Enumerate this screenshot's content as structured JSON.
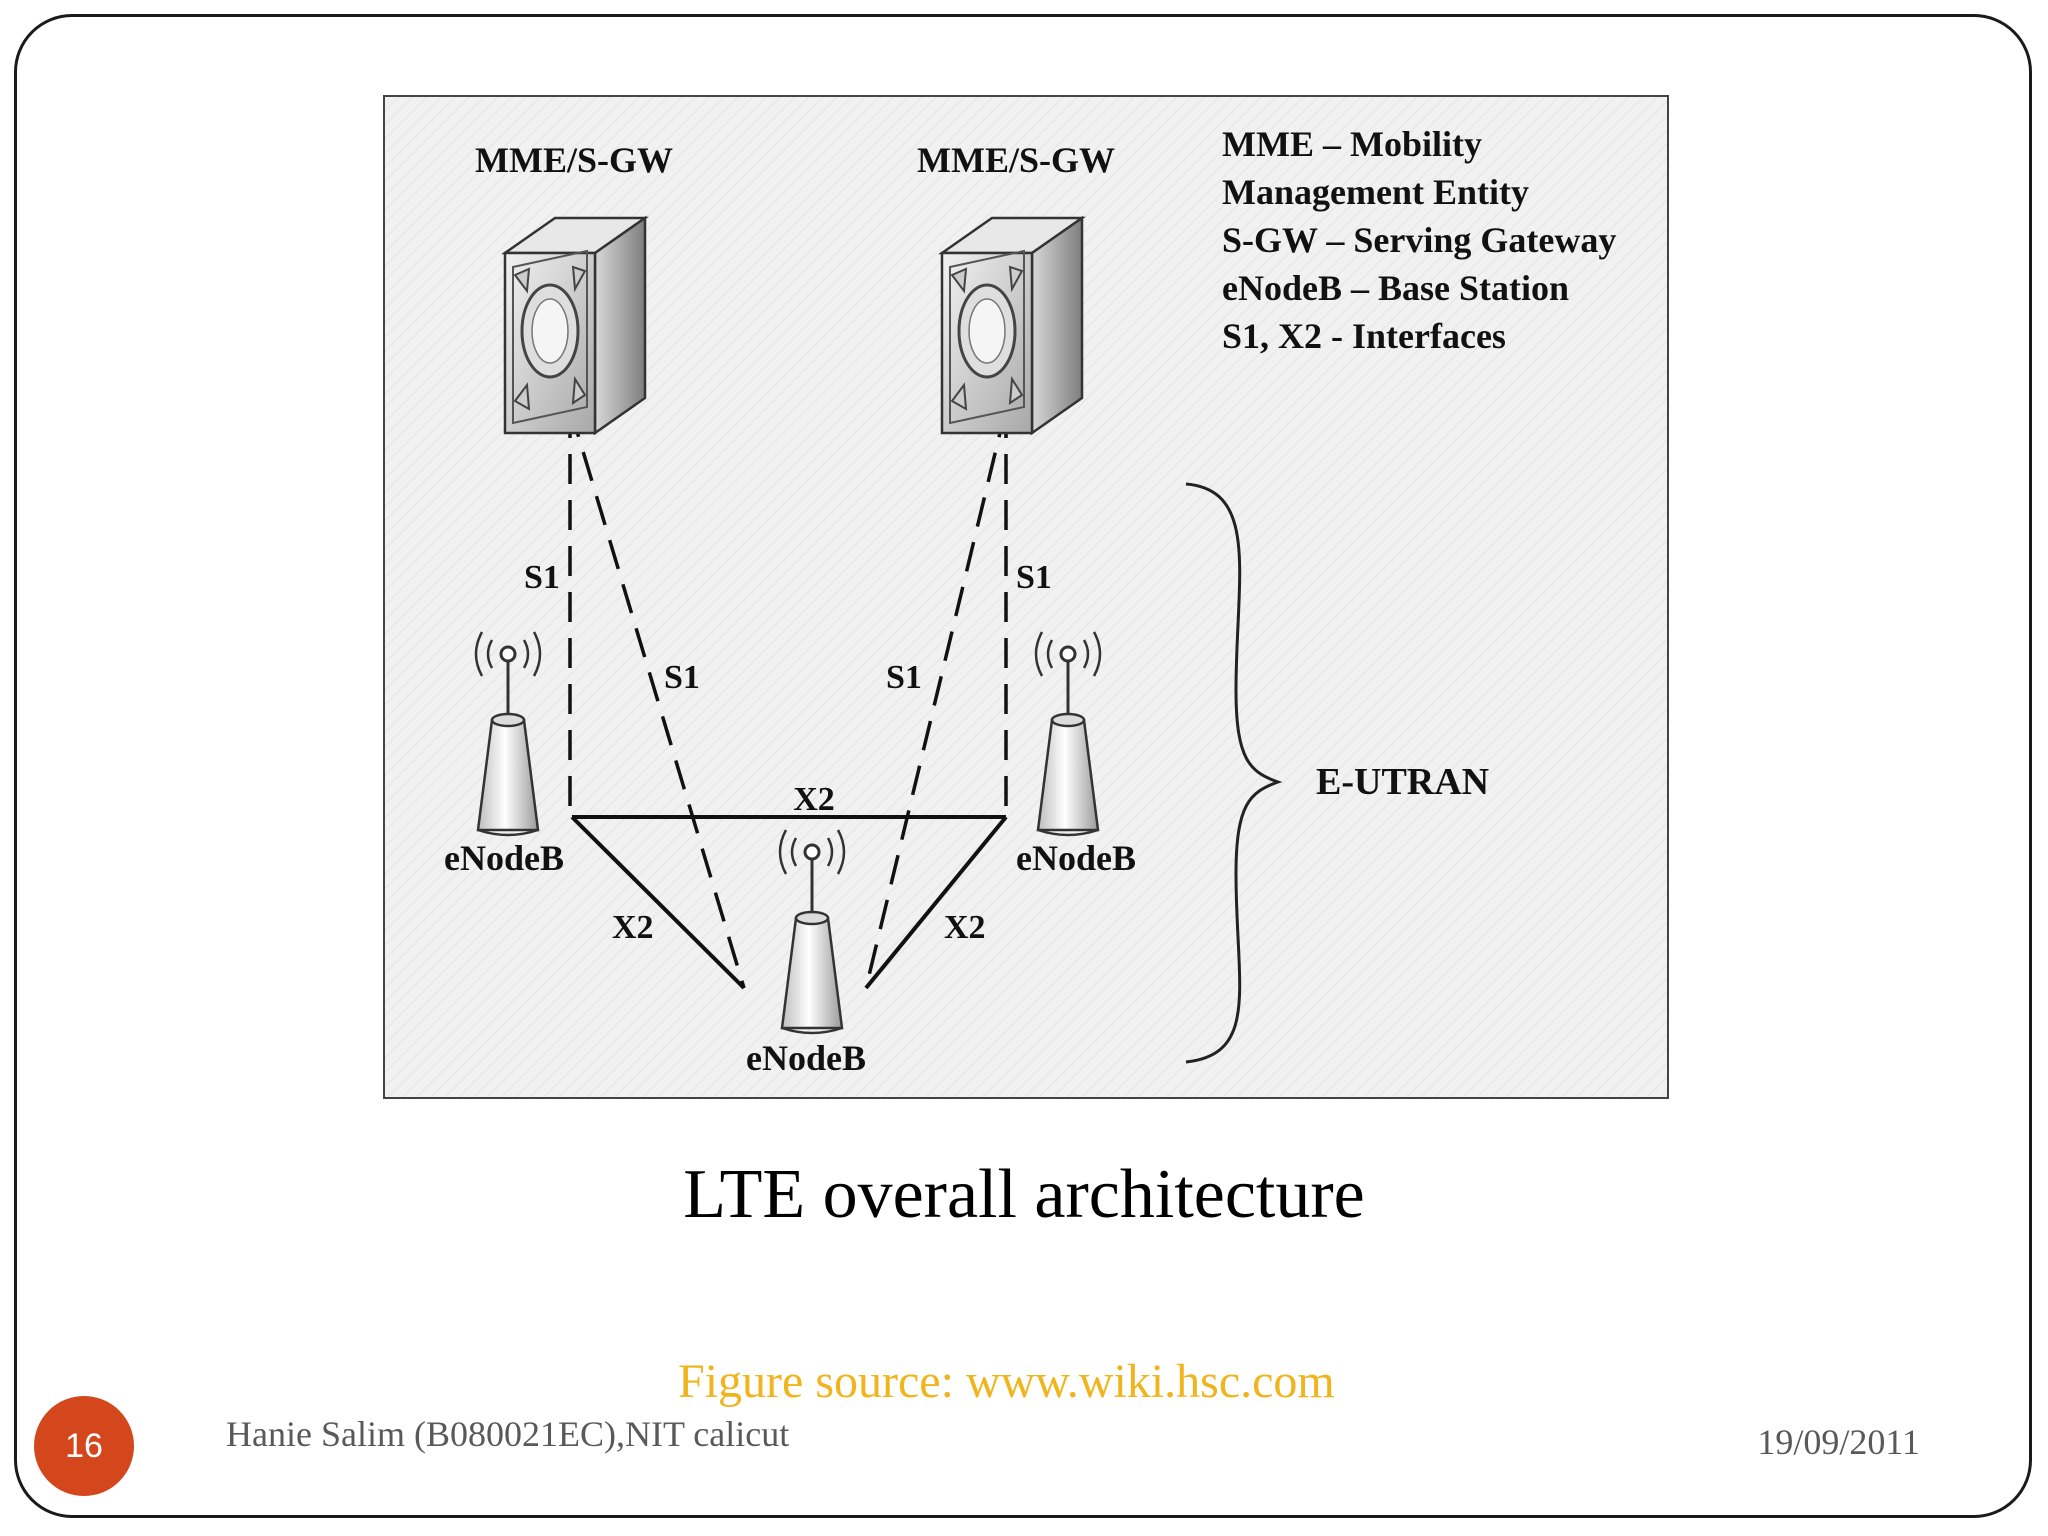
{
  "diagram": {
    "nodes": {
      "mme_left": "MME/S-GW",
      "mme_right": "MME/S-GW",
      "enb_left": "eNodeB",
      "enb_right": "eNodeB",
      "enb_bottom": "eNodeB"
    },
    "links": {
      "s1_left_vertical": "S1",
      "s1_left_diagonal": "S1",
      "s1_right_diagonal": "S1",
      "s1_right_vertical": "S1",
      "x2_top": "X2",
      "x2_left": "X2",
      "x2_right": "X2"
    },
    "legend": [
      "MME – Mobility",
      "Management Entity",
      "S-GW – Serving Gateway",
      "eNodeB – Base Station",
      "S1, X2 - Interfaces"
    ],
    "group_label": "E-UTRAN"
  },
  "caption": "LTE overall architecture",
  "footer": {
    "source": "Figure source: www.wiki.hsc.com",
    "author": "Hanie Salim (B080021EC),NIT calicut",
    "date": "19/09/2011",
    "page_number": "16"
  },
  "colors": {
    "badge": "#d4461b",
    "source_text": "#f0b41c",
    "footer_text": "#595959",
    "diagram_background": "#efefef"
  }
}
